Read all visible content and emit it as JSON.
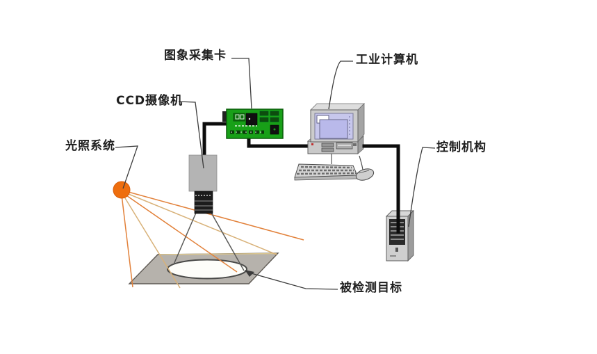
{
  "diagram": {
    "type": "machine-vision-system-schematic",
    "background": "#ffffff",
    "labels": {
      "capture_card": "图象采集卡",
      "industrial_computer": "工业计算机",
      "ccd_camera": "CCD摄像机",
      "lighting_system": "光照系统",
      "control_mechanism": "控制机构",
      "inspection_target": "被检测目标"
    },
    "components": [
      "lighting-lamp",
      "light-rays",
      "ccd-camera",
      "image-capture-card",
      "industrial-computer",
      "keyboard",
      "mouse",
      "control-tower",
      "inspection-platform",
      "view-cone",
      "target-ellipse"
    ],
    "connections": [
      "camera-to-capture-card",
      "capture-card-to-computer",
      "computer-to-control-tower"
    ],
    "colors": {
      "pcb_green": "#18a018",
      "pcb_border": "#0b5e0b",
      "lamp_orange": "#ee6e0e",
      "ray_orange": "#e2813a",
      "ray_tan": "#d8b178",
      "screen_lavender": "#c7c7ec",
      "chassis_gray": "#c9c9c9",
      "platform_gray": "#b6b2ac",
      "platform_edge_tan": "#d8c490",
      "cable_black": "#0c0c0c",
      "leader_gray": "#3c3c3c"
    }
  }
}
